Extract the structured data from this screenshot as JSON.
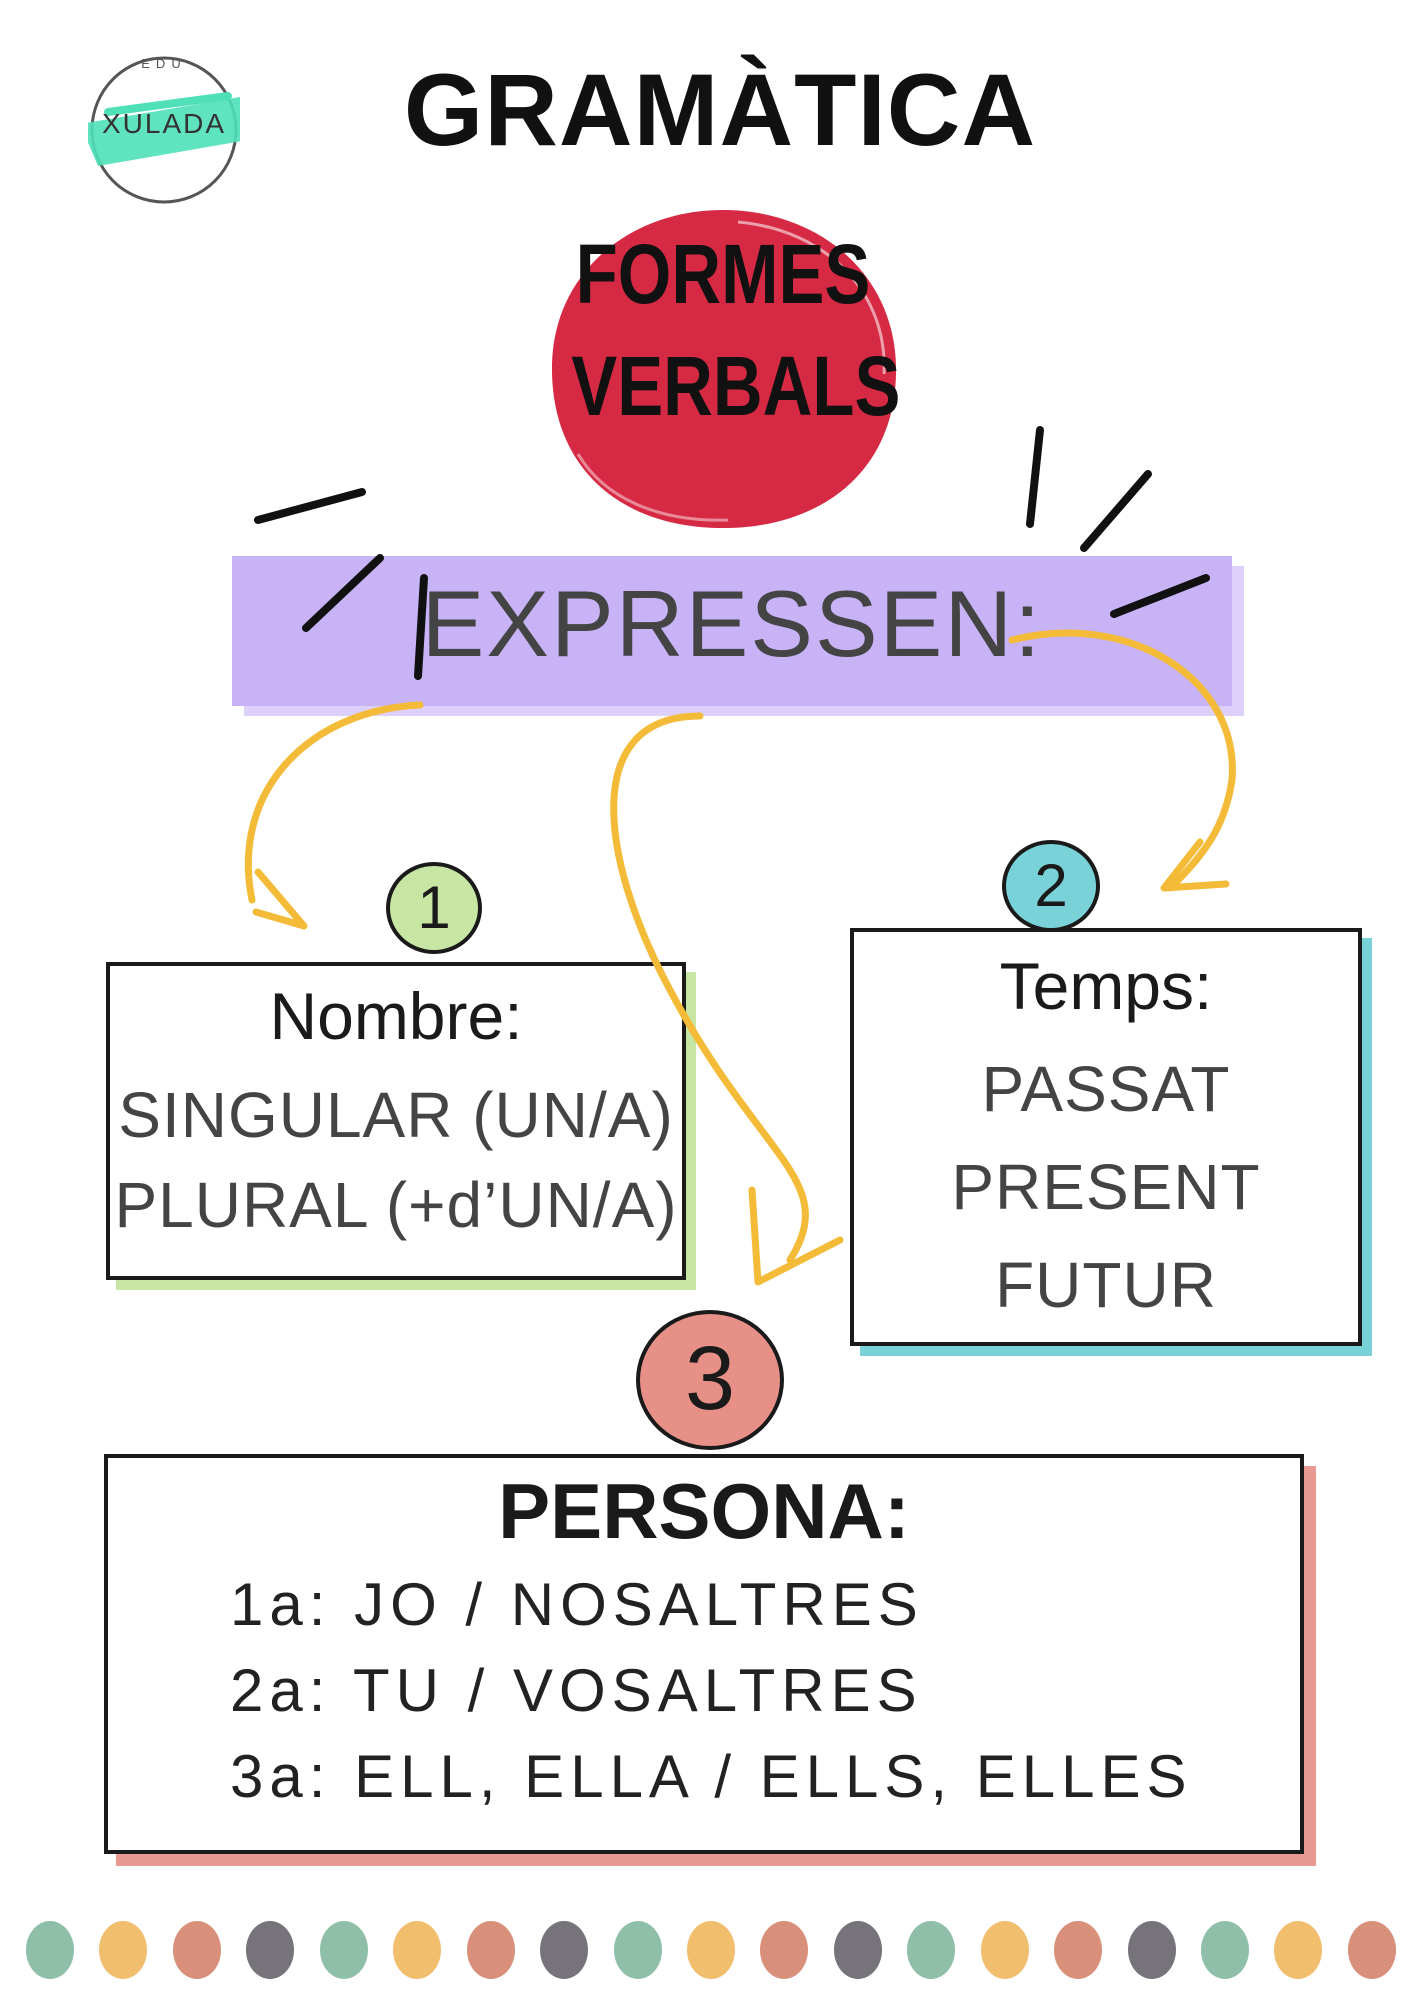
{
  "logo": {
    "top_text": "EDU",
    "name": "XULADA"
  },
  "title": "GRAMÀTICA",
  "subtitle": {
    "line1": "FORMES",
    "line2": "VERBALS"
  },
  "banner": {
    "text": "EXPRESSEN:"
  },
  "nombre": {
    "badge": "1",
    "heading": "Nombre:",
    "lines": [
      "SINGULAR (UN/A)",
      "PLURAL (+d’UN/A)"
    ]
  },
  "temps": {
    "badge": "2",
    "heading": "Temps:",
    "lines": [
      "PASSAT",
      "PRESENT",
      "FUTUR"
    ]
  },
  "persona": {
    "badge": "3",
    "heading": "PERSONA:",
    "rows": [
      "1a: JO / NOSALTRES",
      "2a: TU / VOSALTRES",
      "3a: ELL, ELLA / ELLS, ELLES"
    ]
  },
  "colors": {
    "red": "#d62a44",
    "purple": "#c8b3f7",
    "green": "#c7e6a3",
    "teal": "#78d2d8",
    "salmon": "#e79087",
    "arrow": "#f4bb38",
    "logo_mint": "#4fe0b8"
  },
  "dots": [
    "#8fbfa8",
    "#f0be6c",
    "#d9907a",
    "#76747a",
    "#8fbfa8",
    "#f0be6c",
    "#d9907a",
    "#76747a",
    "#8fbfa8",
    "#f0be6c",
    "#d9907a",
    "#76747a",
    "#8fbfa8",
    "#f0be6c",
    "#d9907a",
    "#76747a",
    "#8fbfa8",
    "#f0be6c",
    "#d9907a"
  ]
}
